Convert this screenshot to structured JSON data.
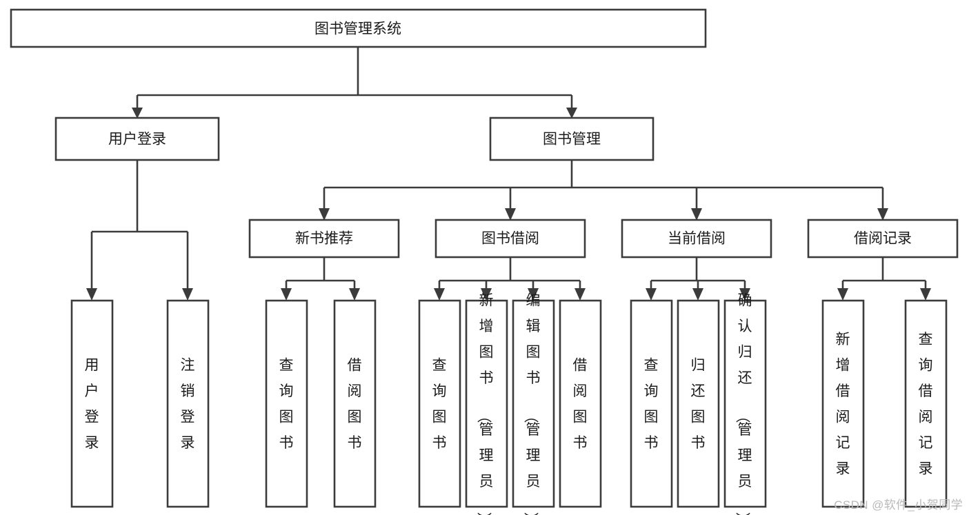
{
  "diagram": {
    "title": "图书管理系统",
    "type": "tree-hierarchy",
    "orientation": "top-down",
    "root": {
      "label": "图书管理系统"
    },
    "level2": [
      {
        "label": "用户登录"
      },
      {
        "label": "图书管理"
      }
    ],
    "level3": [
      {
        "label": "新书推荐",
        "parent": "图书管理"
      },
      {
        "label": "图书借阅",
        "parent": "图书管理"
      },
      {
        "label": "当前借阅",
        "parent": "图书管理"
      },
      {
        "label": "借阅记录",
        "parent": "图书管理"
      }
    ],
    "leaves": {
      "用户登录": [
        "用户登录",
        "注销登录"
      ],
      "新书推荐": [
        "查询图书",
        "借阅图书"
      ],
      "图书借阅": [
        "查询图书",
        "新增图书（管理员）",
        "编辑图书（管理员）",
        "借阅图书"
      ],
      "当前借阅": [
        "查询图书",
        "归还图书",
        "确认归还（管理员）"
      ],
      "借阅记录": [
        "新增借阅记录",
        "查询借阅记录"
      ]
    }
  },
  "watermark": {
    "text": "CSDN @软件_小贺同学"
  },
  "colors": {
    "background": "#ffffff",
    "box_fill": "#ffffff",
    "box_stroke": "#3b3b3b",
    "text": "#1b1b1b",
    "watermark": "#b9b9b9"
  }
}
